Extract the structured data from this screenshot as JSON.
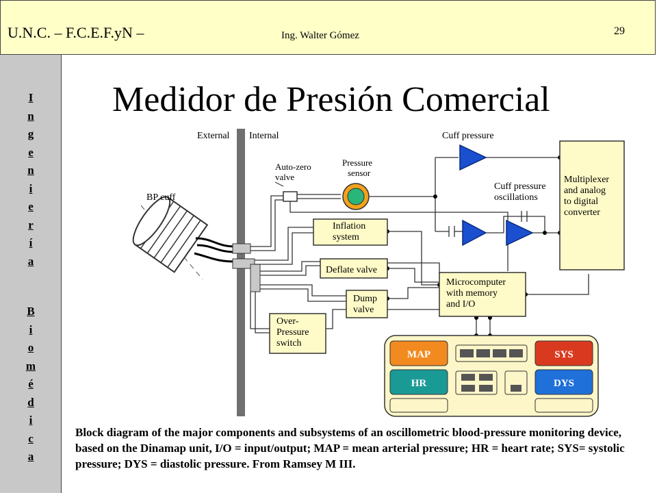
{
  "header": {
    "institution": "U.N.C. – F.C.E.F.yN –",
    "author": "Ing. Walter Gómez",
    "page_number": "29"
  },
  "sidebar": {
    "word1": [
      "I",
      "n",
      "g",
      "e",
      "n",
      "i",
      "e",
      "r",
      "í",
      "a"
    ],
    "word2": [
      "B",
      "i",
      "o",
      "m",
      "é",
      "d",
      "i",
      "c",
      "a"
    ]
  },
  "title": "Medidor de Presión Comercial",
  "diagram": {
    "external": "External",
    "internal": "Internal",
    "bp_cuff": "BP cuff",
    "auto_zero": [
      "Auto-zero",
      "valve"
    ],
    "pressure_sensor": [
      "Pressure",
      "sensor"
    ],
    "cuff_pressure": "Cuff pressure",
    "cuff_osc": [
      "Cuff pressure",
      "oscillations"
    ],
    "multiplexer": [
      "Multiplexer",
      "and analog",
      "to digital",
      "converter"
    ],
    "inflation": [
      "Inflation",
      "system"
    ],
    "deflate": "Deflate valve",
    "dump": [
      "Dump",
      "valve"
    ],
    "microcomputer": [
      "Microcomputer",
      "with memory",
      "and I/O"
    ],
    "over_pressure": [
      "Over-",
      "Pressure",
      "switch"
    ],
    "display": {
      "map": "MAP",
      "hr": "HR",
      "sys": "SYS",
      "dys": "DYS"
    },
    "colors": {
      "map": "#f28a1f",
      "hr": "#1a9a95",
      "sys": "#d93a1f",
      "dys": "#1f70d9",
      "panel": "#fdf6c8",
      "box": "#fffbc8",
      "amp": "#1a4fcf",
      "sensor": "#2ab57a"
    }
  },
  "caption": "Block diagram of the major components and subsystems of an oscillometric blood-pressure monitoring device, based on the Dinamap unit, I/O = input/output; MAP = mean arterial pressure; HR = heart rate; SYS= systolic pressure; DYS = diastolic pressure. From Ramsey M III."
}
